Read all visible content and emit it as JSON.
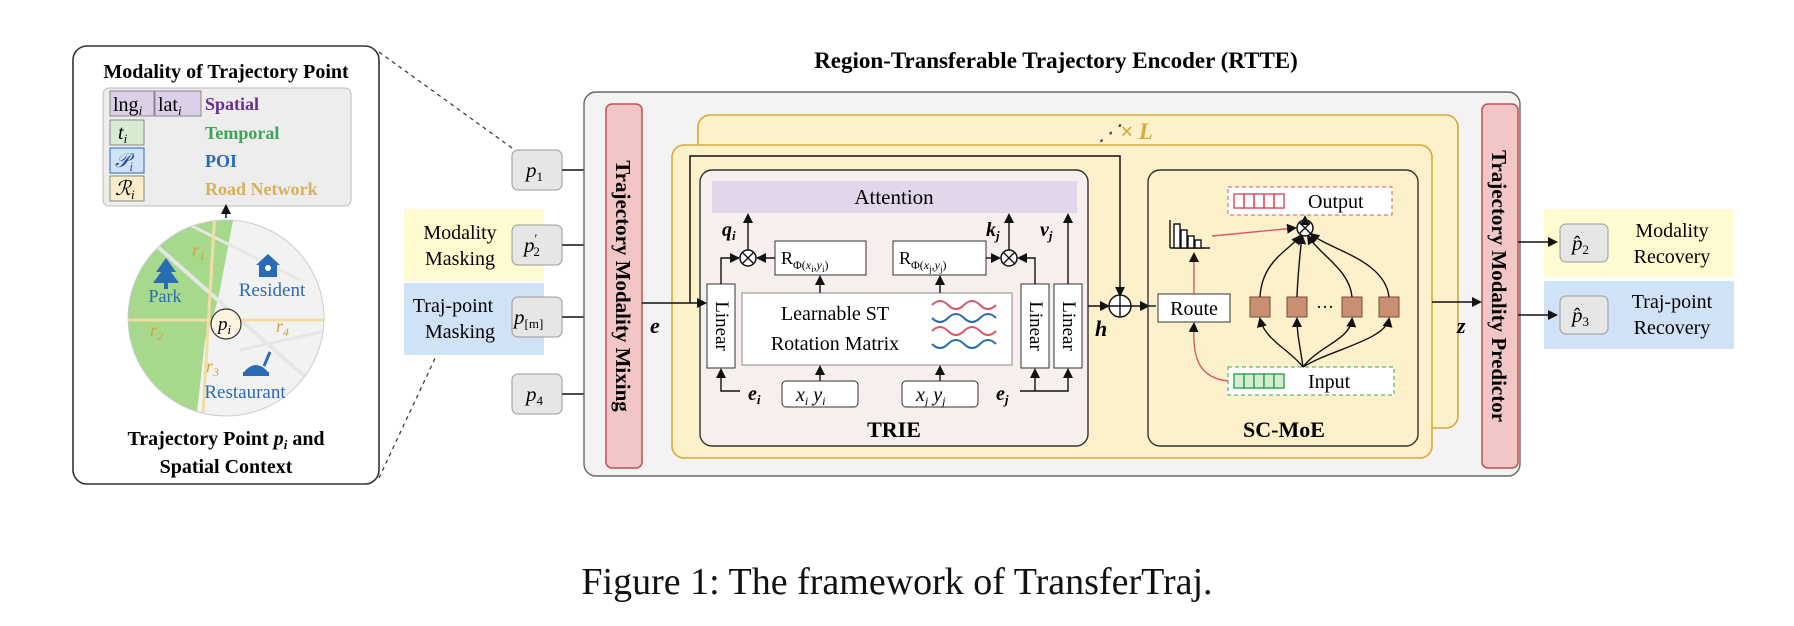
{
  "caption": "Figure 1: The framework of TransferTraj.",
  "modality_panel": {
    "title": "Modality of Trajectory Point",
    "rows": [
      {
        "symbol": "lng_i lat_i",
        "name": "Spatial",
        "color": "#6a2c91"
      },
      {
        "symbol": "t_i",
        "name": "Temporal",
        "color": "#3aa655"
      },
      {
        "symbol": "P_i",
        "name": "POI",
        "color": "#2a6bb5"
      },
      {
        "symbol": "R_i",
        "name": "Road Network",
        "color": "#d6b15a"
      }
    ],
    "context_title_line1": "Trajectory Point p_i and",
    "context_title_line2": "Spatial Context",
    "map_labels": {
      "park": "Park",
      "resident": "Resident",
      "restaurant": "Restaurant",
      "point": "p_i",
      "roads": [
        "r1",
        "r2",
        "r3",
        "r4"
      ]
    }
  },
  "rtte": {
    "title": "Region-Transferable Trajectory Encoder (RTTE)",
    "repeat_label": "× L",
    "mixing_label": "Trajectory Modality Mixing",
    "predictor_label": "Trajectory Modality Predictor",
    "trie": {
      "name": "TRIE",
      "attention": "Attention",
      "linear": "Linear",
      "rot_matrix_line1": "Learnable ST",
      "rot_matrix_line2": "Rotation Matrix",
      "r_i": "RΦ(xi,yi)",
      "r_j": "RΦ(xj,yj)",
      "q": "qi",
      "k": "kj",
      "v": "vj",
      "e_i": "ei",
      "e_j": "ej",
      "x_i": "xi yi",
      "x_j": "xj yj"
    },
    "scmoe": {
      "name": "SC-MoE",
      "route": "Route",
      "output": "Output",
      "input": "Input",
      "ellipsis": "···"
    },
    "vars": {
      "e": "e",
      "h": "h",
      "z": "z"
    }
  },
  "inputs": [
    {
      "token": "p1"
    },
    {
      "token": "p'2",
      "side_label": "Modality Masking"
    },
    {
      "token": "p[m]",
      "side_label": "Traj-point Masking"
    },
    {
      "token": "p4"
    }
  ],
  "outputs": [
    {
      "token": "p̂2",
      "label_line1": "Modality",
      "label_line2": "Recovery"
    },
    {
      "token": "p̂3",
      "label_line1": "Traj-point",
      "label_line2": "Recovery"
    }
  ],
  "colors": {
    "modality_masking_bg": "#fffbd0",
    "trajpoint_masking_bg": "#cfe2f6",
    "mixing_bg": "#f2c6c6",
    "mixing_border": "#c0504d",
    "layer_bg": "#fdf1cc",
    "layer_border": "#d9a93a",
    "trie_bg": "#f7efee",
    "attention_bg": "#e1d6ea",
    "expert": "#c98f73",
    "park_green": "#a6d98c"
  }
}
